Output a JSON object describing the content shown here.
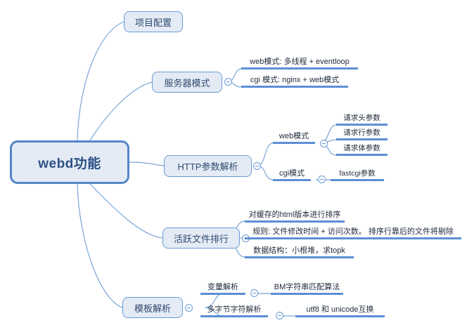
{
  "diagram": {
    "type": "mind-map",
    "title": "webd功能",
    "colors": {
      "node_fill": "#e4ebf5",
      "node_border": "#6a9ad4",
      "root_border": "#5585c7",
      "underline": "#5b8fd4",
      "edge": "#7aa5d8",
      "text": "#2f4a70",
      "background": "#ffffff"
    },
    "root": {
      "label": "webd功能"
    },
    "branches": [
      {
        "label": "项目配置",
        "children": []
      },
      {
        "label": "服务器模式",
        "toggle": "collapse-minus-icon",
        "children": [
          {
            "label": "web模式: 多线程 + eventloop"
          },
          {
            "label": "cgi 模式: nginx + web模式"
          }
        ]
      },
      {
        "label": "HTTP参数解析",
        "toggle": "collapse-minus-icon",
        "children": [
          {
            "label": "web模式",
            "toggle": "collapse-minus-icon",
            "children": [
              {
                "label": "请求头参数"
              },
              {
                "label": "请求行参数"
              },
              {
                "label": "请求体参数"
              }
            ]
          },
          {
            "label": "cgi模式",
            "toggle": "collapse-minus-icon",
            "children": [
              {
                "label": "fastcgi参数"
              }
            ]
          }
        ]
      },
      {
        "label": "活跃文件排行",
        "toggle": "collapse-minus-icon",
        "children": [
          {
            "label": "对缓存的html版本进行排序"
          },
          {
            "label": "规则: 文件修改时间 + 访问次数。 排序行靠后的文件将剔除"
          },
          {
            "label": "数据结构：小根堆，求topk"
          }
        ]
      },
      {
        "label": "模板解析",
        "toggle": "collapse-minus-icon",
        "children": [
          {
            "label": "变量解析",
            "toggle": "collapse-minus-icon",
            "children": [
              {
                "label": "BM字符串匹配算法"
              }
            ]
          },
          {
            "label": "多字节字符解析",
            "toggle": "collapse-minus-icon",
            "children": [
              {
                "label": "utf8 和 unicode互换"
              }
            ]
          }
        ]
      }
    ]
  }
}
